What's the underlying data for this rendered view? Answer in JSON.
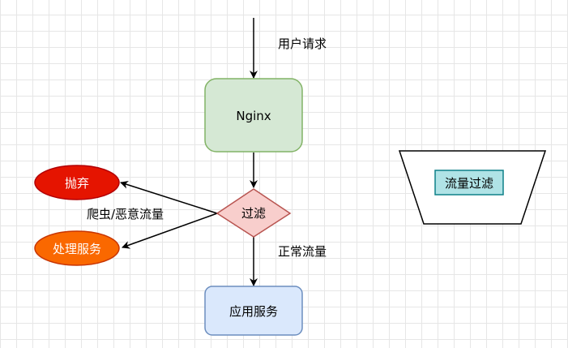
{
  "diagram": {
    "nodes": {
      "nginx": {
        "label": "Nginx"
      },
      "filter": {
        "label": "过滤"
      },
      "discard": {
        "label": "抛弃"
      },
      "handle": {
        "label": "处理服务"
      },
      "app": {
        "label": "应用服务"
      },
      "traffic_filter": {
        "label": "流量过滤"
      }
    },
    "edges": {
      "user_request": {
        "label": "用户请求"
      },
      "crawler_traffic": {
        "label": "爬虫/恶意流量"
      },
      "normal_traffic": {
        "label": "正常流量"
      }
    }
  },
  "colors": {
    "nginx_fill": "#d5e8d4",
    "nginx_stroke": "#82b366",
    "filter_fill": "#f8cecc",
    "filter_stroke": "#b85450",
    "discard_fill": "#e51400",
    "discard_stroke": "#b20000",
    "handle_fill": "#fa6800",
    "handle_stroke": "#c73500",
    "app_fill": "#dae8fc",
    "app_stroke": "#6c8ebf",
    "traffic_filter_fill": "#b0e3e6",
    "traffic_filter_stroke": "#0e8088"
  }
}
